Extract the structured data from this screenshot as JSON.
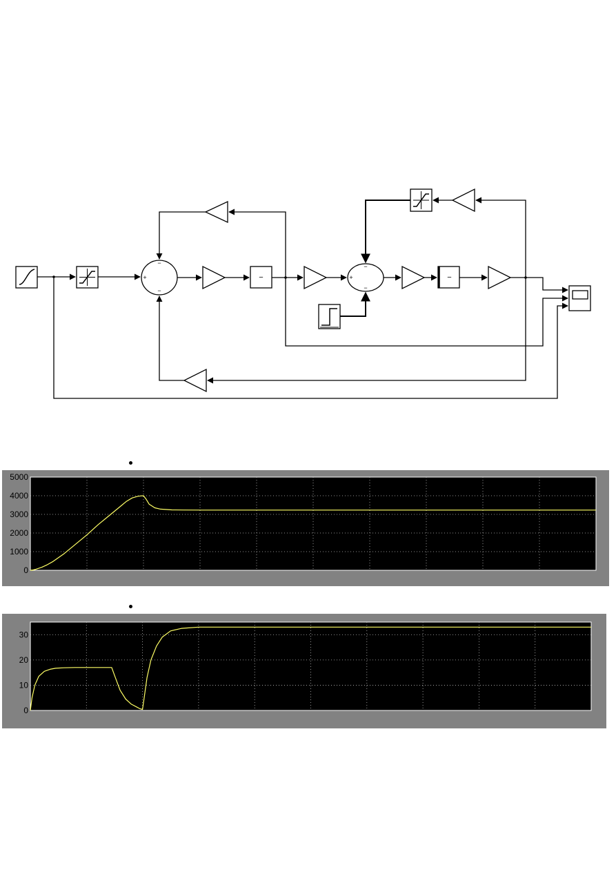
{
  "diagram": {
    "blocks": {
      "ramp-source": "ramp-icon",
      "speed-limit-saturation": "saturation-icon",
      "current-limit-saturation": "saturation-icon",
      "step-source": "step-icon",
      "scope": "scope-icon"
    },
    "sum_signs": {
      "outer_left": "+",
      "outer_top": "−",
      "outer_bottom": "−",
      "inner_left": "+",
      "inner_top": "−",
      "inner_bottom": "−"
    },
    "integrator_labels": {
      "first": "−",
      "second": "−"
    }
  },
  "chart_data": [
    {
      "type": "line",
      "ylim": [
        0,
        5000
      ],
      "yticks": [
        "5000",
        "4000",
        "3000",
        "2000",
        "1000",
        "0"
      ],
      "x_divisions": 10,
      "x": [
        0,
        0.05,
        0.1,
        0.2,
        0.3,
        0.4,
        0.6,
        0.8,
        1.0,
        1.2,
        1.4,
        1.6,
        1.7,
        1.8,
        1.9,
        1.95,
        2.0,
        2.05,
        2.1,
        2.2,
        2.3,
        2.5,
        2.7,
        3.0,
        4.0,
        5.0,
        6.0,
        7.0,
        8.0,
        9.0,
        10.0
      ],
      "values": [
        0,
        20,
        60,
        160,
        300,
        470,
        900,
        1400,
        1900,
        2450,
        2950,
        3450,
        3700,
        3880,
        3970,
        3990,
        4000,
        3800,
        3550,
        3350,
        3280,
        3240,
        3235,
        3230,
        3230,
        3230,
        3230,
        3230,
        3230,
        3230,
        3230
      ],
      "line_color": "#ffff66",
      "background": "#000000",
      "grid": true
    },
    {
      "type": "line",
      "ylim": [
        0,
        35
      ],
      "yticks": [
        "30",
        "20",
        "10",
        "0"
      ],
      "x_divisions": 10,
      "x": [
        0,
        0.03,
        0.08,
        0.15,
        0.25,
        0.35,
        0.45,
        0.6,
        0.8,
        1.0,
        1.2,
        1.45,
        1.5,
        1.55,
        1.6,
        1.7,
        1.8,
        1.9,
        1.95,
        2.0,
        2.03,
        2.08,
        2.15,
        2.25,
        2.35,
        2.5,
        2.7,
        3.0,
        4.0,
        5.0,
        6.0,
        7.0,
        8.0,
        9.0,
        10.0
      ],
      "values": [
        0,
        5,
        10,
        13.5,
        15.5,
        16.3,
        16.7,
        16.9,
        17,
        17,
        17,
        17,
        14,
        11,
        8,
        4.5,
        2.5,
        1.3,
        0.7,
        0.4,
        5,
        13,
        20,
        25.5,
        29,
        31.5,
        32.5,
        33,
        33,
        33,
        33,
        33,
        33,
        33,
        33
      ],
      "line_color": "#ffff66",
      "background": "#000000",
      "grid": true
    }
  ]
}
